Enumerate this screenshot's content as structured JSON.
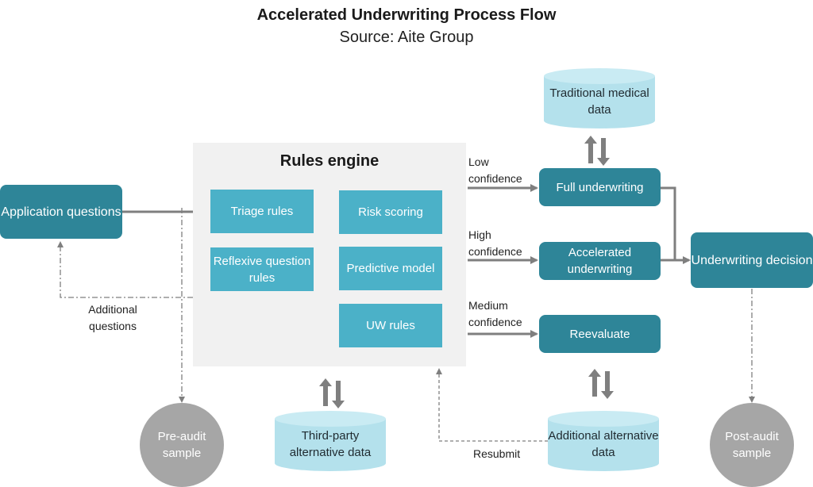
{
  "title": "Accelerated Underwriting Process Flow",
  "subtitle": "Source: Aite Group",
  "application": "Application questions",
  "rules_engine": {
    "title": "Rules engine",
    "triage": "Triage rules",
    "reflexive": "Reflexive question rules",
    "risk_scoring": "Risk scoring",
    "predictive": "Predictive model",
    "uw_rules": "UW rules"
  },
  "paths": {
    "low_label": "Low\nconfidence",
    "high_label": "High\nconfidence",
    "medium_label": "Medium\nconfidence"
  },
  "outcomes": {
    "full": "Full underwriting",
    "accelerated": "Accelerated underwriting",
    "reevaluate": "Reevaluate",
    "decision": "Underwriting decision"
  },
  "data_sources": {
    "traditional": "Traditional medical data",
    "third_party": "Third-party alternative data",
    "additional": "Additional alternative data"
  },
  "labels": {
    "additional_questions": "Additional\nquestions",
    "resubmit": "Resubmit"
  },
  "samples": {
    "pre_audit": "Pre-audit sample",
    "post_audit": "Post-audit sample"
  },
  "colors": {
    "dark_teal": "#2e8598",
    "light_teal": "#4bb1c8",
    "data_store": "#b4e1ec",
    "sample_gray": "#a6a6a6",
    "arrow_gray": "#7f7f7f"
  }
}
